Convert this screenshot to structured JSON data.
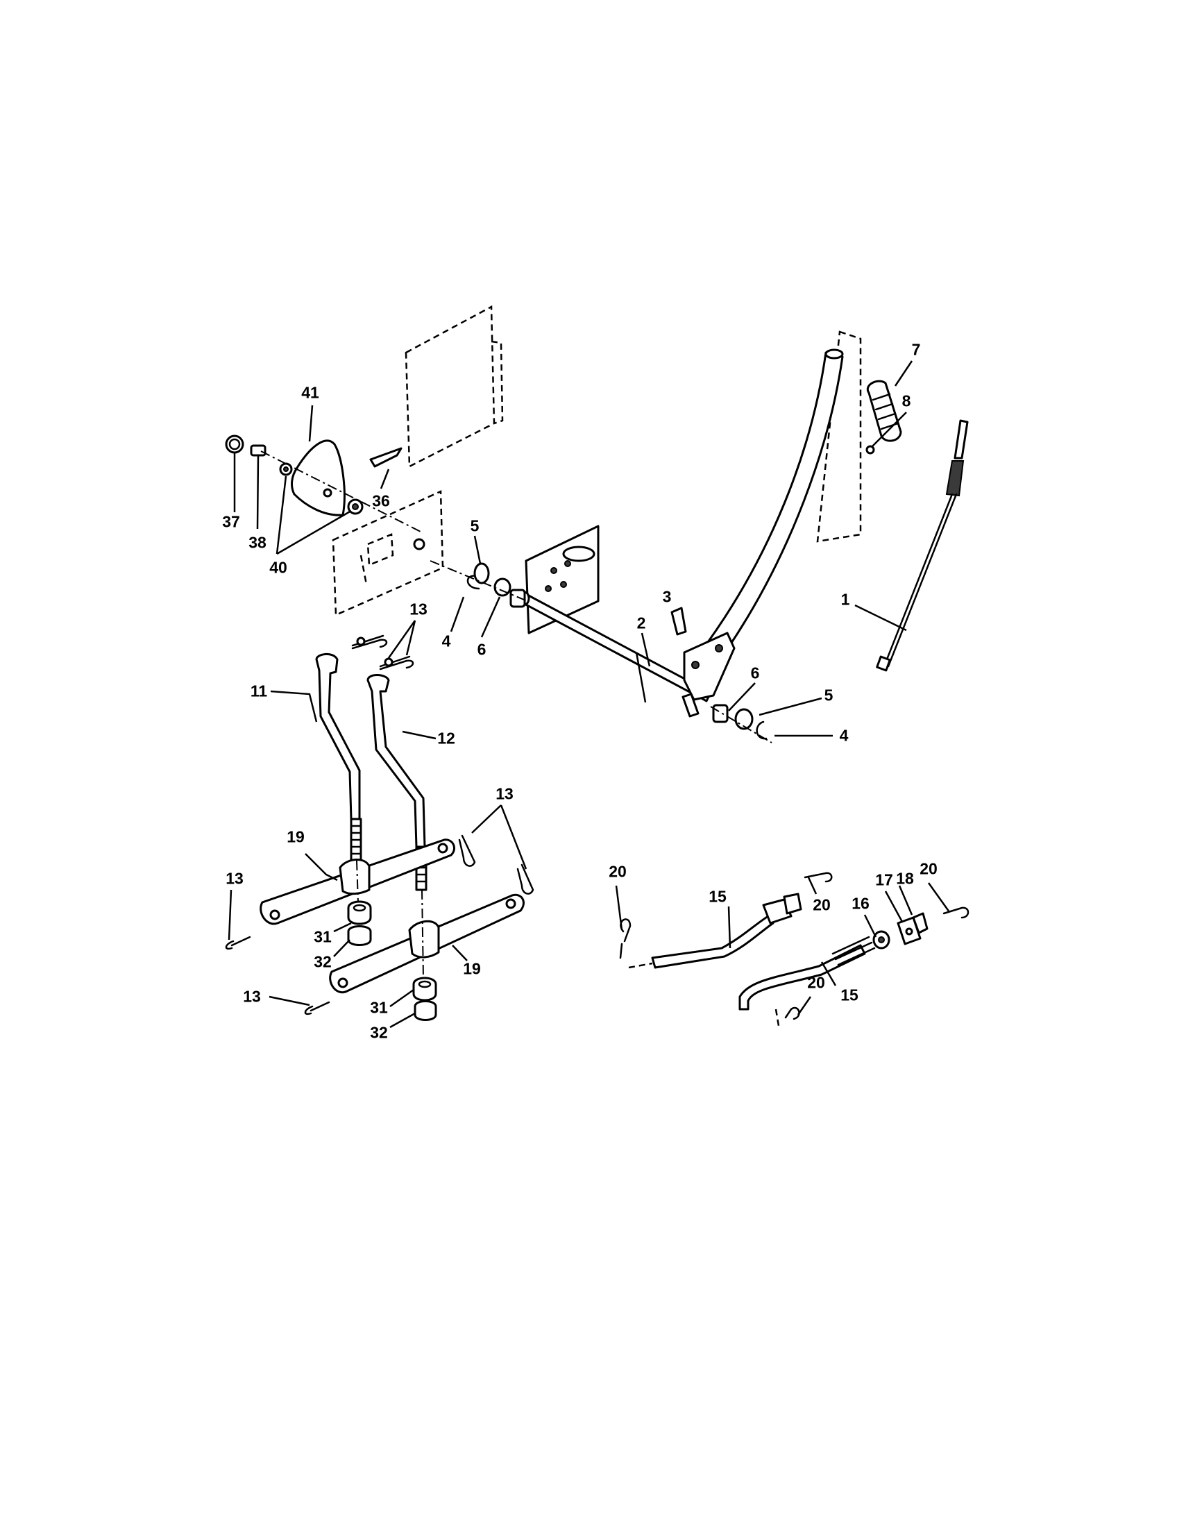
{
  "callouts": {
    "c1": "1",
    "c2": "2",
    "c3": "3",
    "c4a": "4",
    "c4b": "4",
    "c5a": "5",
    "c5b": "5",
    "c6a": "6",
    "c6b": "6",
    "c7": "7",
    "c8": "8",
    "c11": "11",
    "c12": "12",
    "c13a": "13",
    "c13b": "13",
    "c13c": "13",
    "c13d": "13",
    "c15a": "15",
    "c15b": "15",
    "c16": "16",
    "c17": "17",
    "c18": "18",
    "c19a": "19",
    "c19b": "19",
    "c20a": "20",
    "c20b": "20",
    "c20c": "20",
    "c20d": "20",
    "c31a": "31",
    "c31b": "31",
    "c32a": "32",
    "c32b": "32",
    "c36": "36",
    "c37": "37",
    "c38": "38",
    "c40": "40",
    "c41": "41"
  }
}
